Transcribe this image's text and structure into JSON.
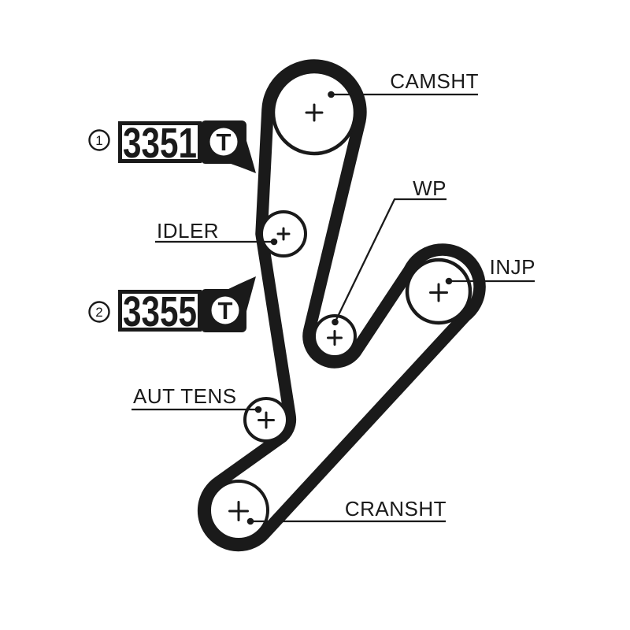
{
  "diagram": {
    "type": "timing-belt-routing-diagram",
    "background_color": "#ffffff",
    "ink_color": "#1a1a1a",
    "belt": {
      "name": "timing belt",
      "routing_order": [
        "CAMSHT",
        "IDLER",
        "AUT TENS",
        "CRANSHT",
        "INJP",
        "WP"
      ]
    },
    "pulleys": [
      {
        "id": "camshaft",
        "label": "CAMSHT"
      },
      {
        "id": "idler",
        "label": "IDLER"
      },
      {
        "id": "water-pump",
        "label": "WP"
      },
      {
        "id": "injection-pump",
        "label": "INJP"
      },
      {
        "id": "auto-tensioner",
        "label": "AUT TENS"
      },
      {
        "id": "crankshaft",
        "label": "CRANSHT"
      }
    ],
    "badges": [
      {
        "index": "1",
        "part_number": "3351",
        "logo_letter": "T"
      },
      {
        "index": "2",
        "part_number": "3355",
        "logo_letter": "T"
      }
    ]
  }
}
